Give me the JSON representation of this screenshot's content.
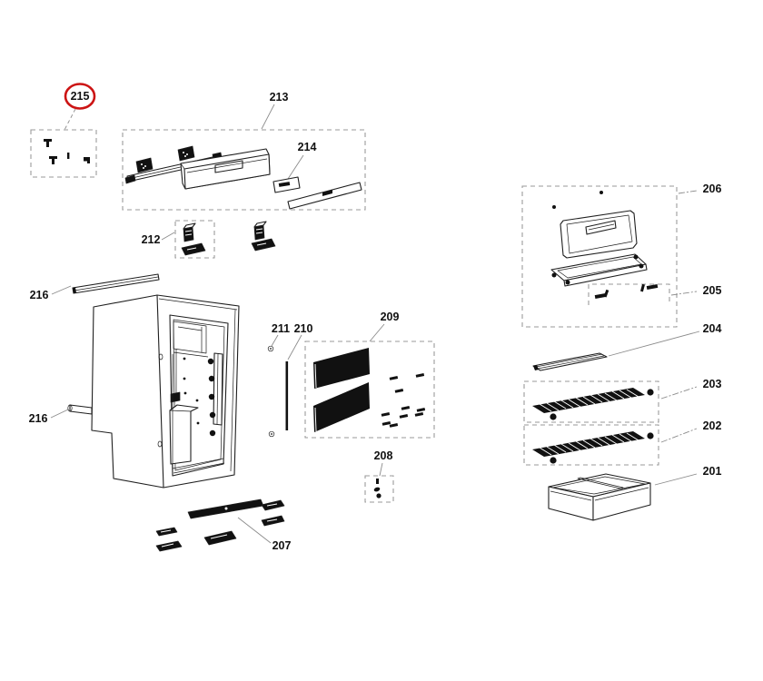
{
  "colors": {
    "background": "#ffffff",
    "line": "#1f1f1f",
    "solid_part": "#111111",
    "dash_box": "#9a9a9a",
    "leader": "#8c8c8c",
    "highlight": "#cc1414"
  },
  "callouts": {
    "c215": {
      "label": "215",
      "highlighted": true
    },
    "c213": {
      "label": "213"
    },
    "c214": {
      "label": "214"
    },
    "c212": {
      "label": "212"
    },
    "c216a": {
      "label": "216"
    },
    "c216b": {
      "label": "216"
    },
    "c211": {
      "label": "211"
    },
    "c210": {
      "label": "210"
    },
    "c209": {
      "label": "209"
    },
    "c208": {
      "label": "208"
    },
    "c207": {
      "label": "207"
    },
    "c206": {
      "label": "206"
    },
    "c205": {
      "label": "205"
    },
    "c204": {
      "label": "204"
    },
    "c203": {
      "label": "203"
    },
    "c202": {
      "label": "202"
    },
    "c201": {
      "label": "201"
    }
  }
}
